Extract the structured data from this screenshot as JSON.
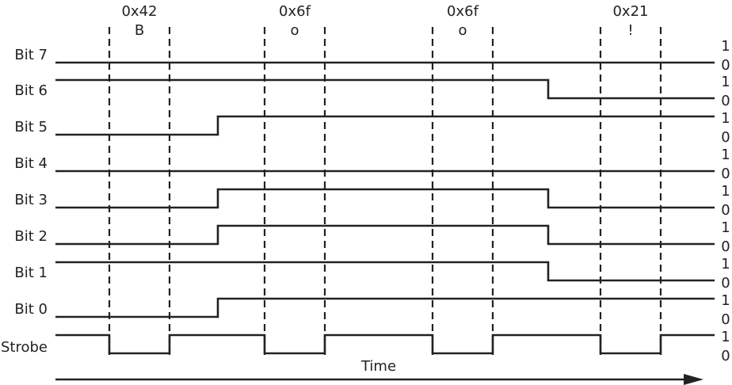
{
  "bytes": [
    {
      "hex": "0x42",
      "char": "B"
    },
    {
      "hex": "0x6f",
      "char": "o"
    },
    {
      "hex": "0x6f",
      "char": "o"
    },
    {
      "hex": "0x21",
      "char": "!"
    }
  ],
  "signals": [
    {
      "label": "Bit 7",
      "bits": [
        0,
        0,
        0,
        0
      ]
    },
    {
      "label": "Bit 6",
      "bits": [
        1,
        1,
        1,
        0
      ]
    },
    {
      "label": "Bit 5",
      "bits": [
        0,
        1,
        1,
        1
      ]
    },
    {
      "label": "Bit 4",
      "bits": [
        0,
        0,
        0,
        0
      ]
    },
    {
      "label": "Bit 3",
      "bits": [
        0,
        1,
        1,
        0
      ]
    },
    {
      "label": "Bit 2",
      "bits": [
        0,
        1,
        1,
        0
      ]
    },
    {
      "label": "Bit 1",
      "bits": [
        1,
        1,
        1,
        0
      ]
    },
    {
      "label": "Bit 0",
      "bits": [
        0,
        1,
        1,
        1
      ]
    }
  ],
  "strobe": {
    "label": "Strobe",
    "idle": 1,
    "active": 0
  },
  "level_labels": {
    "high": "1",
    "low": "0"
  },
  "time_label": "Time"
}
